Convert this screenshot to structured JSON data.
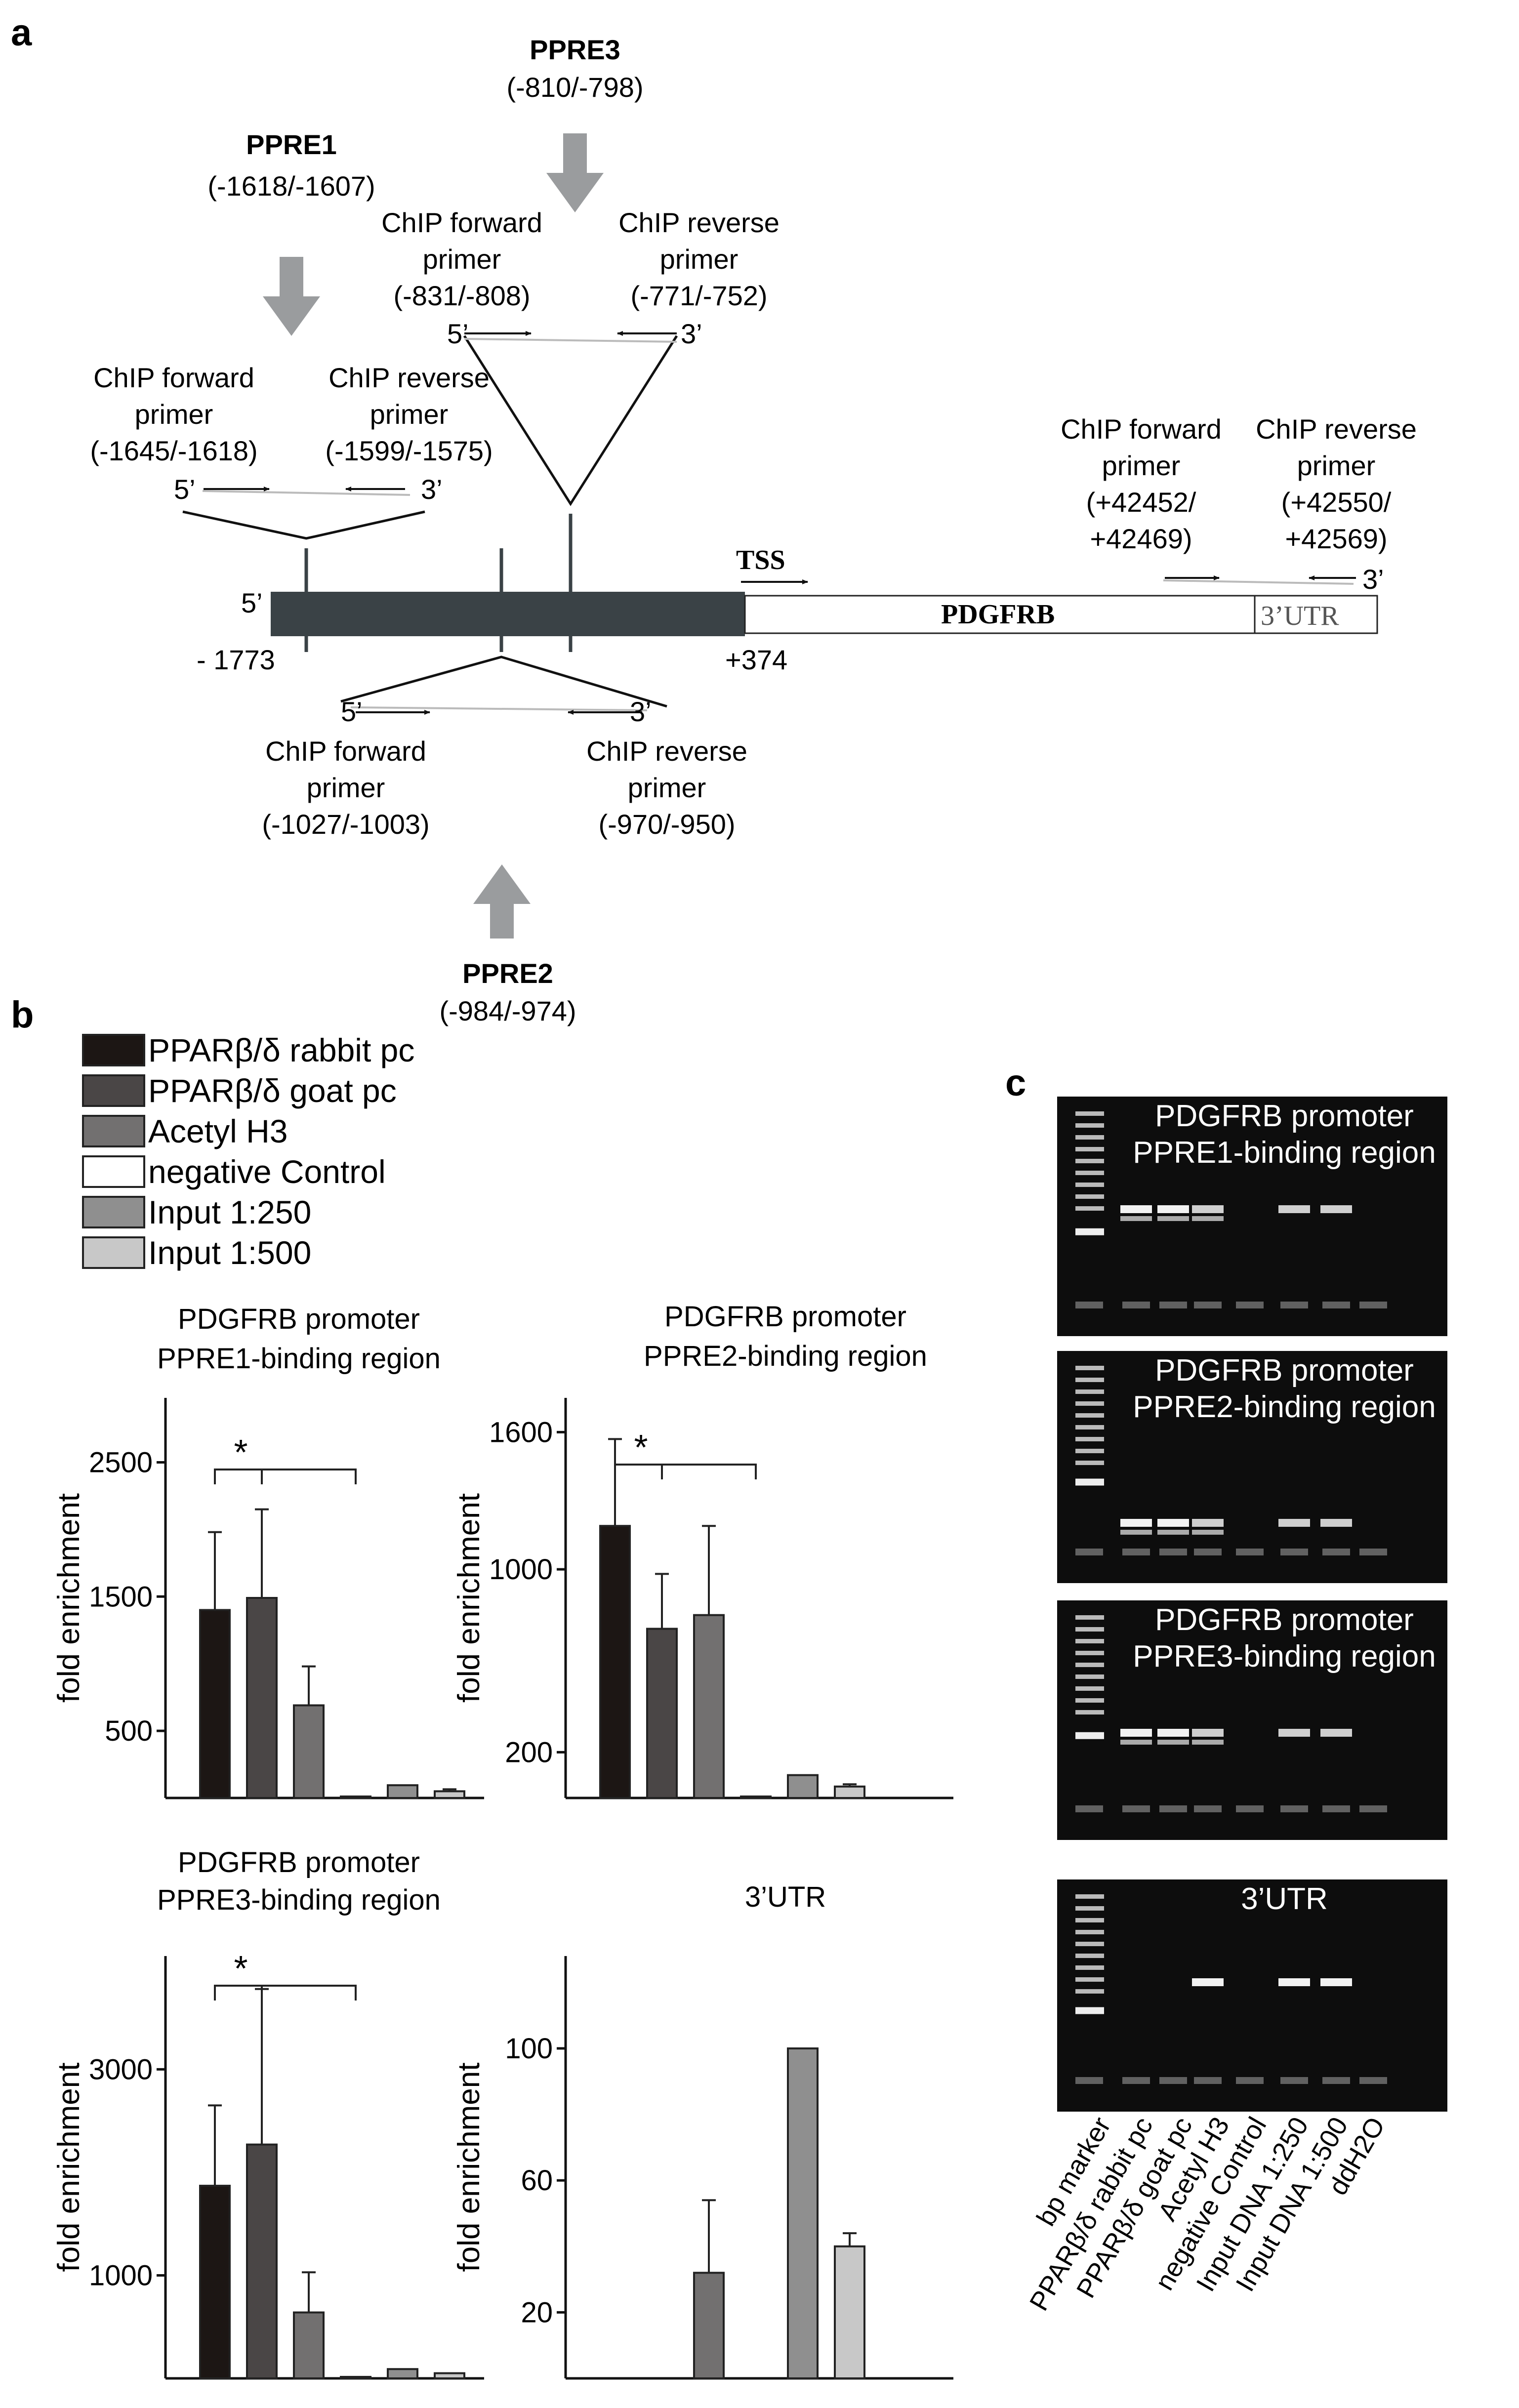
{
  "panels": {
    "a": "a",
    "b": "b",
    "c": "c"
  },
  "panel_a": {
    "ppre1": {
      "name": "PPRE1",
      "pos": "(-1618/-1607)"
    },
    "ppre2": {
      "name": "PPRE2",
      "pos": "(-984/-974)"
    },
    "ppre3": {
      "name": "PPRE3",
      "pos": "(-810/-798)"
    },
    "pr1_fwd": [
      "ChIP forward",
      "primer",
      "(-1645/-1618)"
    ],
    "pr1_rev": [
      "ChIP reverse",
      "primer",
      "(-1599/-1575)"
    ],
    "pr2_fwd": [
      "ChIP forward",
      "primer",
      "(-1027/-1003)"
    ],
    "pr2_rev": [
      "ChIP reverse",
      "primer",
      "(-970/-950)"
    ],
    "pr3_fwd": [
      "ChIP forward",
      "primer",
      "(-831/-808)"
    ],
    "pr3_rev": [
      "ChIP reverse",
      "primer",
      "(-771/-752)"
    ],
    "utr_fwd": [
      "ChIP forward",
      "primer",
      "(+42452/",
      "+42469)"
    ],
    "utr_rev": [
      "ChIP reverse",
      "primer",
      "(+42550/",
      "+42569)"
    ],
    "five_prime": "5’",
    "three_prime": "3’",
    "promoter_start": "- 1773",
    "promoter_end": "+374",
    "tss": "TSS",
    "gene": "PDGFRB",
    "utr": "3’UTR"
  },
  "legend": [
    {
      "label": "PPARβ/δ rabbit pc",
      "color": "#1c1614"
    },
    {
      "label": "PPARβ/δ goat pc",
      "color": "#4a4646"
    },
    {
      "label": "Acetyl H3",
      "color": "#727070"
    },
    {
      "label": "negative Control",
      "color": "#ffffff"
    },
    {
      "label": "Input 1:250",
      "color": "#8f8f8f"
    },
    {
      "label": "Input 1:500",
      "color": "#c8c8c8"
    }
  ],
  "chart_data": [
    {
      "type": "bar",
      "title": [
        "PDGFRB promoter",
        "PPRE1-binding region"
      ],
      "ylabel": "fold enrichment",
      "ylim": [
        0,
        2980
      ],
      "yticks": [
        500,
        1500,
        2500
      ],
      "categories": [
        "PPARβ/δ rabbit pc",
        "PPARβ/δ goat pc",
        "Acetyl H3",
        "negative Control",
        "Input 1:250",
        "Input 1:500"
      ],
      "values": [
        1400,
        1490,
        690,
        5,
        95,
        50
      ],
      "errors": [
        580,
        660,
        290,
        0,
        0,
        15
      ],
      "significance": "*"
    },
    {
      "type": "bar",
      "title": [
        "PDGFRB promoter",
        "PPRE2-binding region"
      ],
      "ylabel": "fold enrichment",
      "ylim": [
        0,
        1750
      ],
      "yticks": [
        200,
        1000,
        1600
      ],
      "categories": [
        "PPARβ/δ rabbit pc",
        "PPARβ/δ goat pc",
        "Acetyl H3",
        "negative Control",
        "Input 1:250",
        "Input 1:500"
      ],
      "values": [
        1190,
        740,
        800,
        5,
        100,
        50
      ],
      "errors": [
        380,
        240,
        390,
        0,
        0,
        10
      ],
      "significance": "*"
    },
    {
      "type": "bar",
      "title": [
        "PDGFRB promoter",
        "PPRE3-binding region"
      ],
      "ylabel": "fold enrichment",
      "ylim": [
        0,
        4100
      ],
      "yticks": [
        1000,
        3000
      ],
      "categories": [
        "PPARβ/δ rabbit pc",
        "PPARβ/δ goat pc",
        "Acetyl H3",
        "negative Control",
        "Input 1:250",
        "Input 1:500"
      ],
      "values": [
        1870,
        2270,
        640,
        5,
        90,
        50
      ],
      "errors": [
        780,
        1510,
        390,
        0,
        0,
        0
      ],
      "significance": "*"
    },
    {
      "type": "bar",
      "title": [
        "3’UTR"
      ],
      "ylabel": "fold enrichment",
      "ylim": [
        0,
        128
      ],
      "yticks": [
        20,
        60,
        100
      ],
      "categories": [
        "PPARβ/δ rabbit pc",
        "PPARβ/δ goat pc",
        "Acetyl H3",
        "negative Control",
        "Input 1:250",
        "Input 1:500"
      ],
      "values": [
        0,
        0,
        32,
        0,
        100,
        40
      ],
      "errors": [
        0,
        0,
        22,
        0,
        0,
        4
      ],
      "significance": ""
    }
  ],
  "gels": {
    "titles": [
      [
        "PDGFRB promoter",
        "PPRE1-binding region"
      ],
      [
        "PDGFRB promoter",
        "PPRE2-binding region"
      ],
      [
        "PDGFRB promoter",
        "PPRE3-binding region"
      ],
      [
        "3’UTR"
      ]
    ],
    "lanes": [
      "bp marker",
      "PPARβ/δ rabbit pc",
      "PPARβ/δ goat pc",
      "Acetyl H3",
      "negative Control",
      "Input DNA 1:250",
      "Input DNA 1:500",
      "ddH2O"
    ]
  }
}
